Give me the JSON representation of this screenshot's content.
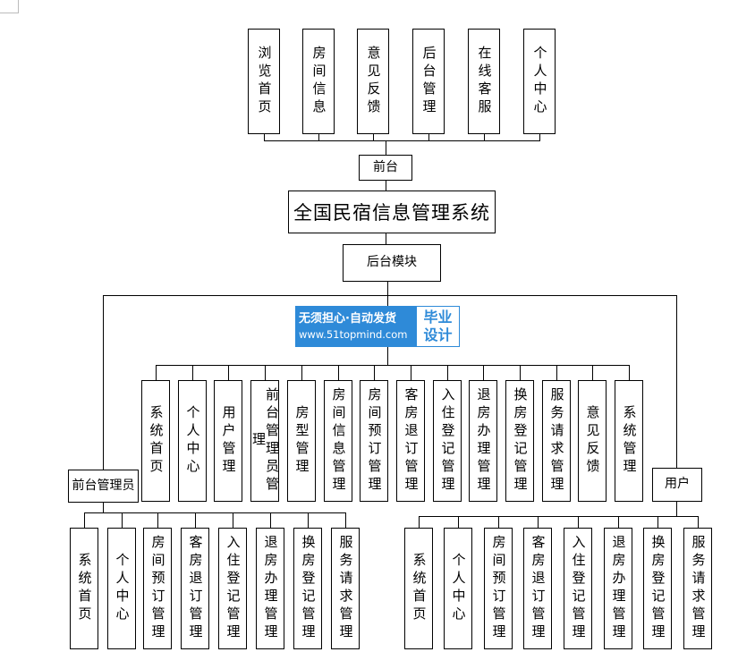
{
  "title": "全国民宿信息管理系统",
  "frontend": {
    "label": "前台",
    "children": [
      "浏览首页",
      "房间信息",
      "意见反馈",
      "后台管理",
      "在线客服",
      "个人中心"
    ]
  },
  "backend": {
    "label": "后台模块",
    "admin_modules": [
      "系统首页",
      "个人中心",
      "用户管理",
      "前台管理员管理",
      "房型管理",
      "房间信息管理",
      "房间预订管理",
      "客房退订管理",
      "入住登记管理",
      "退房办理管理",
      "换房登记管理",
      "服务请求管理",
      "意见反馈",
      "系统管理"
    ],
    "front_admin": {
      "label": "前台管理员",
      "children": [
        "系统首页",
        "个人中心",
        "房间预订管理",
        "客房退订管理",
        "入住登记管理",
        "退房办理管理",
        "换房登记管理",
        "服务请求管理"
      ]
    },
    "user": {
      "label": "用户",
      "children": [
        "系统首页",
        "个人中心",
        "房间预订管理",
        "客房退订管理",
        "入住登记管理",
        "退房办理管理",
        "换房登记管理",
        "服务请求管理"
      ]
    }
  },
  "watermark": {
    "line1": "无须担心·自动发货",
    "line2": "www.51topmind.com",
    "badge_line1": "毕业",
    "badge_line2": "设计",
    "color": "#2e8ad8"
  }
}
